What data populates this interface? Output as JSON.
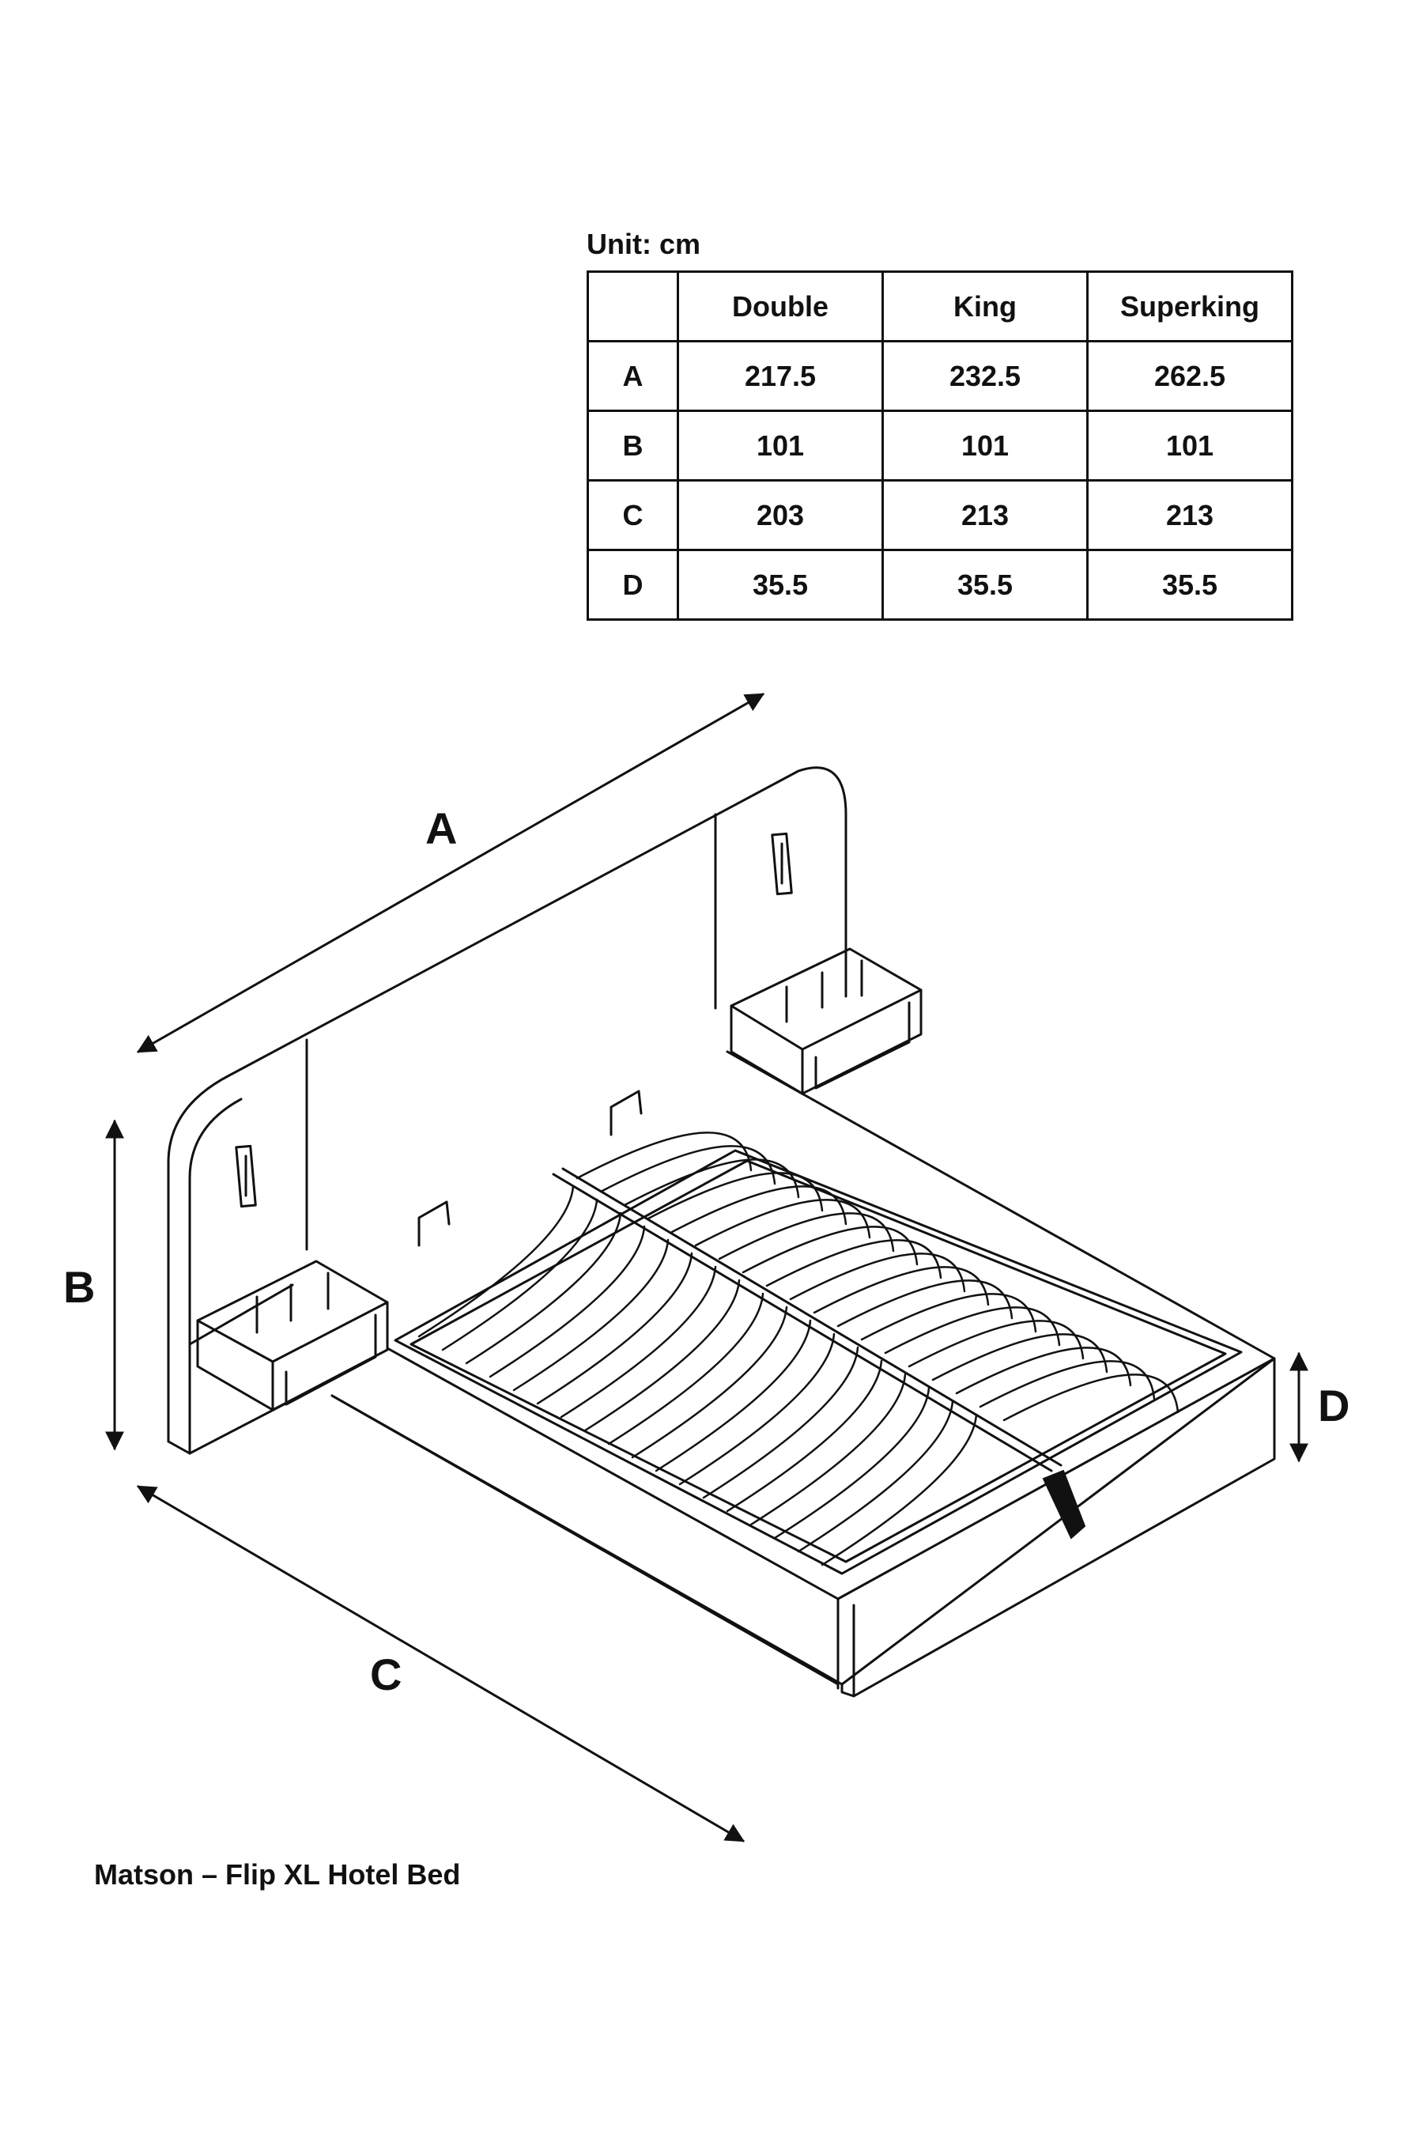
{
  "unit_label": "Unit: cm",
  "table": {
    "headers": [
      "",
      "Double",
      "King",
      "Superking"
    ],
    "rows": [
      {
        "label": "A",
        "values": [
          "217.5",
          "232.5",
          "262.5"
        ]
      },
      {
        "label": "B",
        "values": [
          "101",
          "101",
          "101"
        ]
      },
      {
        "label": "C",
        "values": [
          "203",
          "213",
          "213"
        ]
      },
      {
        "label": "D",
        "values": [
          "35.5",
          "35.5",
          "35.5"
        ]
      }
    ]
  },
  "dimension_labels": {
    "a": "A",
    "b": "B",
    "c": "C",
    "d": "D"
  },
  "caption": "Matson – Flip XL Hotel Bed",
  "colors": {
    "line": "#111111",
    "background": "#ffffff"
  }
}
